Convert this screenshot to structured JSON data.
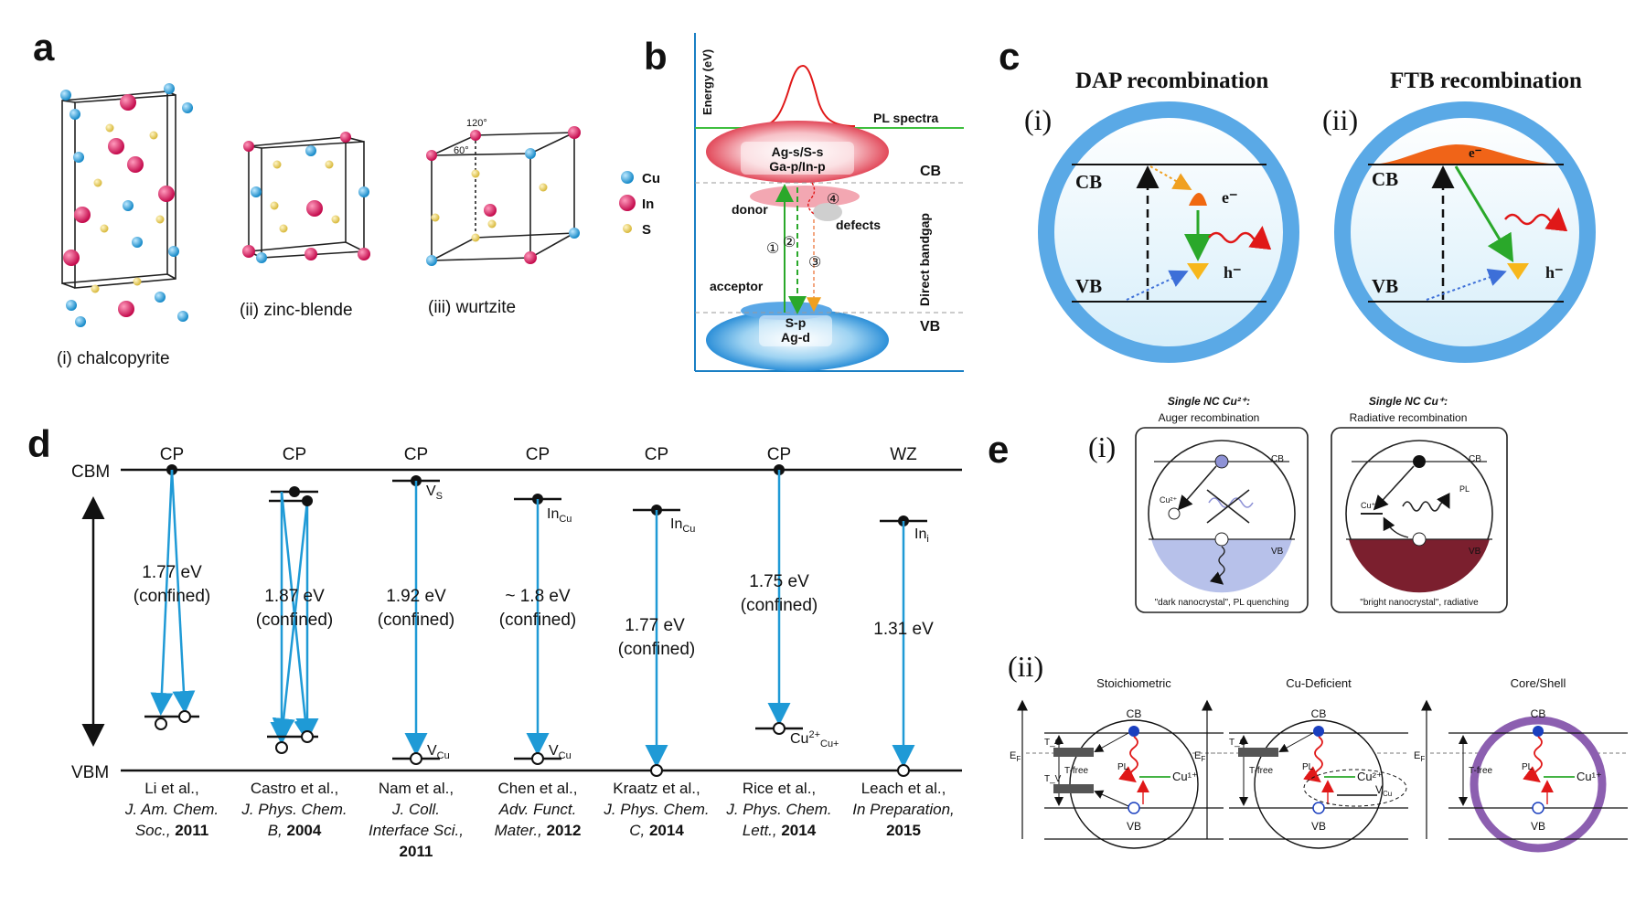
{
  "panel_labels": {
    "a": "a",
    "b": "b",
    "c": "c",
    "d": "d",
    "e": "e"
  },
  "panel_a": {
    "cell_labels": [
      "(i)  chalcopyrite",
      "(ii)  zinc-blende",
      "(iii)  wurtzite"
    ],
    "angle_labels": [
      "120°",
      "60°"
    ],
    "legend": [
      "Cu",
      "In",
      "S"
    ],
    "colors": {
      "cu": "#1fa3e0",
      "in": "#e0125e",
      "s": "#e8d060"
    }
  },
  "panel_b": {
    "y_axis_label": "Energy (eV)",
    "pl_label": "PL spectra",
    "cb_label": "CB",
    "vb_label": "VB",
    "cb_orbitals": [
      "Ag-s/S-s",
      "Ga-p/In-p"
    ],
    "vb_orbitals": [
      "S-p",
      "Ag-d"
    ],
    "donor": "donor",
    "acceptor": "acceptor",
    "defects": "defects",
    "direct_bandgap": "Direct bandgap",
    "transitions": [
      "①",
      "②",
      "③",
      "④"
    ]
  },
  "panel_c": {
    "titles": [
      "DAP recombination",
      "FTB recombination"
    ],
    "roman": [
      "(i)",
      "(ii)"
    ],
    "cb": "CB",
    "vb": "VB",
    "electron": "e⁻",
    "hole": "h⁻"
  },
  "panel_d": {
    "cbm": "CBM",
    "vbm": "VBM",
    "columns": [
      {
        "phase": "CP",
        "energy": "1.77 eV",
        "note": "(confined)",
        "defect": "",
        "ref": [
          "Li et al.,",
          "J. Am. Chem.",
          "Soc., 2011"
        ]
      },
      {
        "phase": "CP",
        "energy": "1.87 eV",
        "note": "(confined)",
        "defect": "",
        "ref": [
          "Castro et al.,",
          "J. Phys. Chem.",
          "B, 2004"
        ]
      },
      {
        "phase": "CP",
        "energy": "1.92 eV",
        "note": "(confined)",
        "defect": "V_S",
        "ref": [
          "Nam et al.,",
          "J. Coll.",
          "Interface Sci.,",
          "2011"
        ]
      },
      {
        "phase": "CP",
        "energy": "~ 1.8 eV",
        "note": "(confined)",
        "defect": "In_Cu",
        "ref": [
          "Chen et al.,",
          "Adv. Funct.",
          "Mater., 2012"
        ]
      },
      {
        "phase": "CP",
        "energy": "1.77 eV",
        "note": "(confined)",
        "defect": "In_Cu",
        "ref": [
          "Kraatz et al.,",
          "J. Phys. Chem.",
          "C, 2014"
        ]
      },
      {
        "phase": "CP",
        "energy": "1.75 eV",
        "note": "(confined)",
        "defect": "",
        "ref": [
          "Rice et al.,",
          "J. Phys. Chem.",
          "Lett., 2014"
        ]
      },
      {
        "phase": "WZ",
        "energy": "1.31 eV",
        "note": "",
        "defect": "In_i",
        "ref": [
          "Leach et al.,",
          "In Preparation,",
          "2015"
        ]
      }
    ],
    "lower_defects": [
      "V_Cu",
      "V_Cu",
      "Cu2+Cu+"
    ],
    "colors": {
      "arrow": "#1f9ad6"
    }
  },
  "panel_e": {
    "roman": [
      "(i)",
      "(ii)"
    ],
    "box1_title": [
      "Single NC Cu²⁺:",
      "Auger recombination"
    ],
    "box2_title": [
      "Single NC Cu⁺:",
      "Radiative recombination"
    ],
    "box1_caption": "\"dark nanocrystal\", PL quenching",
    "box2_caption": "\"bright nanocrystal\", radiative",
    "cb": "CB",
    "vb": "VB",
    "pl": "PL",
    "cu2": "Cu²⁺",
    "cu1": "Cu⁺",
    "sub_titles": [
      "Stoichiometric",
      "Cu-Deficient",
      "Core/Shell"
    ],
    "ef": "E_F",
    "tc": "T_C",
    "tv": "T_V",
    "tfree": "T-free",
    "cu1plus": "Cu¹⁺",
    "cu2plus": "Cu²⁺",
    "vcu": "V_Cu"
  }
}
